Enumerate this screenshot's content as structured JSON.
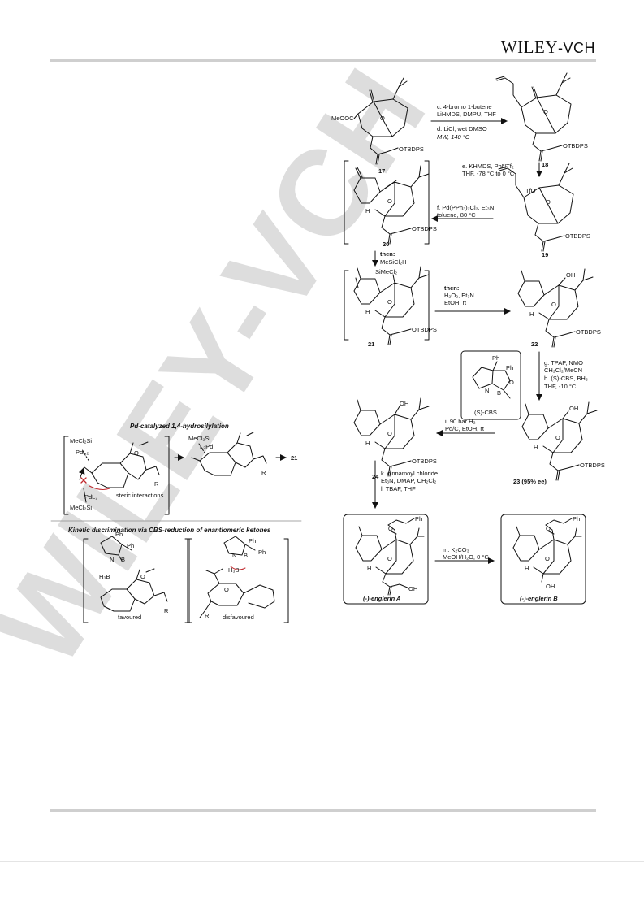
{
  "header": {
    "publisher_main": "WILEY",
    "publisher_suffix": "-VCH"
  },
  "watermark": "WILEY-VCH",
  "compounds": {
    "c17": "17",
    "c18": "18",
    "c19": "19",
    "c20": "20",
    "c21": "21",
    "c22": "22",
    "c23": "23 (95% ee)",
    "c24": "24",
    "englerin_a": "(-)-englerin A",
    "englerin_b": "(-)-englerin B"
  },
  "groups": {
    "meooc": "MeOOC",
    "otbdps": "OTBDPS",
    "tfo": "TfO",
    "oh": "OH",
    "o": "O",
    "h": "H",
    "ph": "Ph",
    "sime": "SiMeCl₂",
    "r": "R",
    "mecl2si": "MeCl₂Si",
    "pdl2": "PdL₂",
    "l2pd": "L₂Pd",
    "n": "N",
    "b": "B",
    "h3b": "H₃B",
    "cbs": "(S)-CBS"
  },
  "steps": {
    "c1": "c. 4-bromo 1-butene",
    "c2": "LiHMDS, DMPU, THF",
    "d1": "d. LiCl, wet DMSO",
    "d2": "MW, 140 °C",
    "e1": "e. KHMDS, PhNTf₂",
    "e2": "THF, -78 °C to 0 °C",
    "f1": "f. Pd(PPh₃)₂Cl₂, Et₃N",
    "f2": "toluene, 80 °C",
    "then1": "then:",
    "then1b": "MeSiCl₂H",
    "then2": "then:",
    "then2b": "H₂O₂, Et₃N",
    "then2c": "EtOH, rt",
    "g1": "g. TPAP, NMO",
    "g2": "CH₂Cl₂/MeCN",
    "h1": "h. (S)-CBS, BH₃",
    "h2": "THF, -10 °C",
    "i1": "i. 90 bar H₂",
    "i2": "Pd/C, EtOH, rt",
    "k1": "k. cinnamoyl chloride",
    "k2": "Et₃N, DMAP, CH₂Cl₂",
    "l1": "l. TBAF, THF",
    "m1": "m. K₂CO₃",
    "m2": "MeOH/H₂O, 0 °C"
  },
  "insets": {
    "hydro_title": "Pd-catalyzed 1,4-hydrosilylation",
    "steric": "steric interactions",
    "kinetic_title": "Kinetic discrimination via CBS-reduction of enantiomeric ketones",
    "favoured": "favoured",
    "disfavoured": "disfavoured"
  },
  "colors": {
    "ink": "#111111",
    "watermark": "#d2d2d2",
    "red": "#c0282d",
    "rule": "#cfcfcf"
  }
}
